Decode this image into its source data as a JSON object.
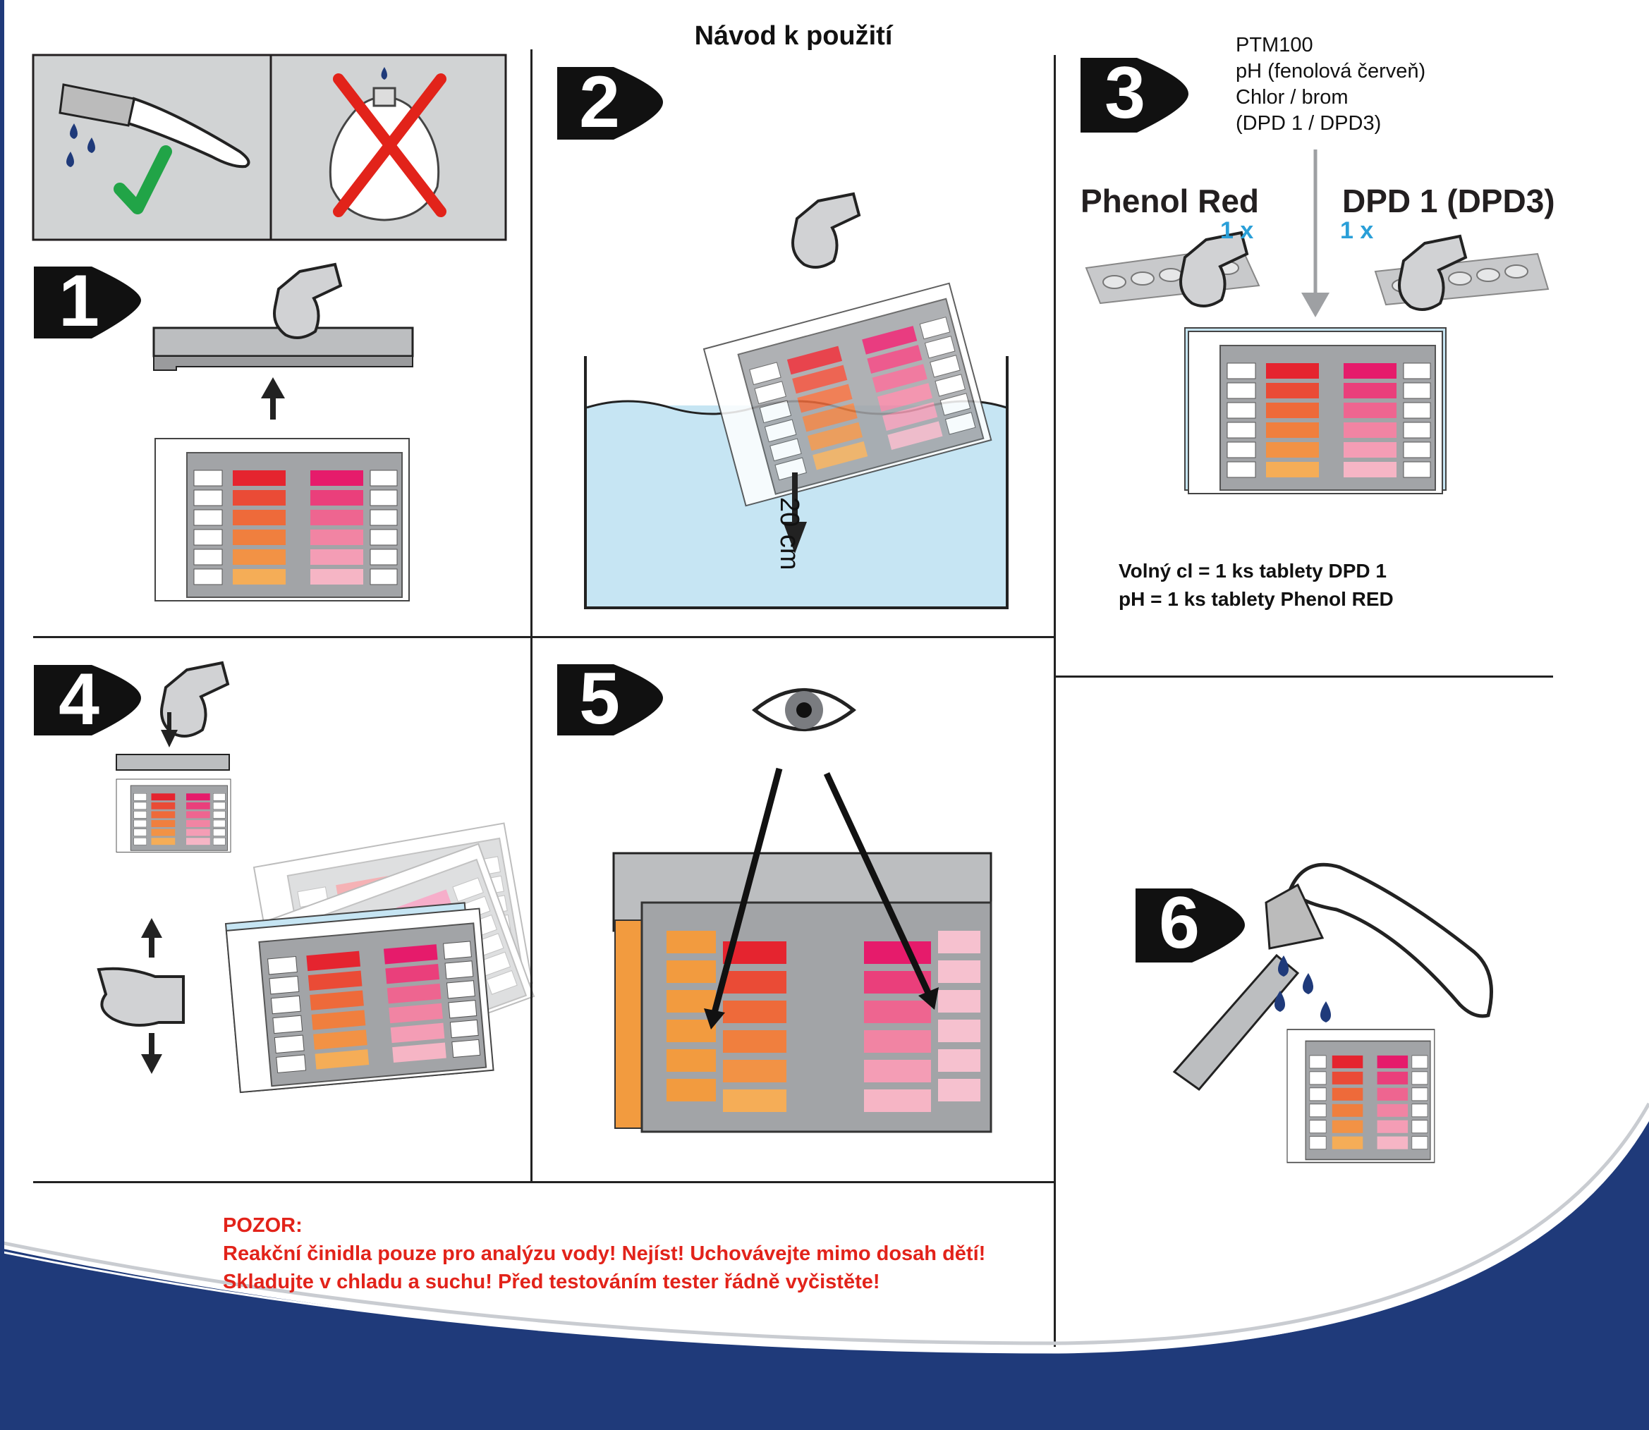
{
  "title": "Návod k použití",
  "steps": {
    "s1": "1",
    "s2": "2",
    "s3": "3",
    "s4": "4",
    "s5": "5",
    "s6": "6"
  },
  "step2": {
    "distance": "20 cm"
  },
  "step3": {
    "model": "PTM100",
    "line2": "pH (fenolová červeň)",
    "line3": "Chlor / brom",
    "line4": "(DPD 1 / DPD3)",
    "left_tablet": "Phenol Red",
    "left_count": "1 x",
    "right_tablet": "DPD 1 (DPD3)",
    "right_count": "1 x",
    "note1": "Volný cl = 1 ks tablety DPD 1",
    "note2": "pH = 1 ks tablety Phenol RED"
  },
  "warning": {
    "heading": "POZOR:",
    "line1": "Reakční činidla pouze pro analýzu vody! Nejíst! Uchovávejte mimo dosah dětí!",
    "line2": "Skladujte v chladu a suchu! Před testováním tester řádně vyčistěte!"
  },
  "colors": {
    "navy": "#1f3a7a",
    "warning_red": "#e2231a",
    "count_blue": "#2a9fd8",
    "water_blue": "#c6e5f3",
    "check_green": "#21a447",
    "cross_red": "#e2231a"
  }
}
